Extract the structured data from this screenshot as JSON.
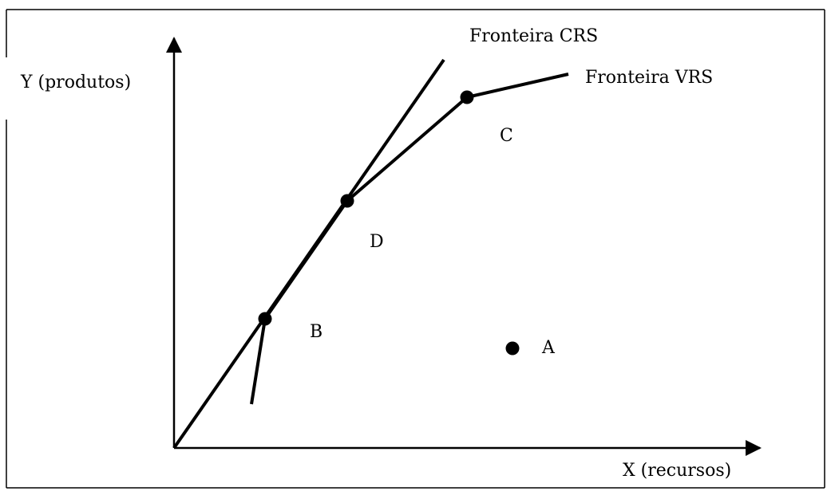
{
  "labels": {
    "y_axis": "Y (produtos)",
    "x_axis": "X (recursos)",
    "crs_frontier": "Fronteira CRS",
    "vrs_frontier": "Fronteira VRS"
  },
  "points": [
    {
      "id": "A",
      "label": "A"
    },
    {
      "id": "B",
      "label": "B"
    },
    {
      "id": "C",
      "label": "C"
    },
    {
      "id": "D",
      "label": "D"
    }
  ],
  "colors": {
    "ink": "#000000",
    "background": "#ffffff"
  }
}
